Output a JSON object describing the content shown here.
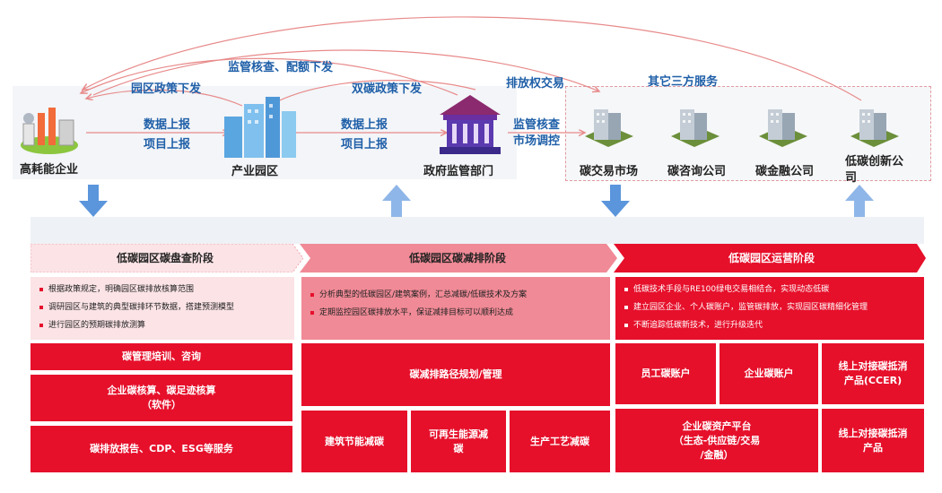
{
  "flows": {
    "supervise_quota": "监管核查、配额下发",
    "park_policy": "园区政策下发",
    "dual_carbon_policy": "双碳政策下发",
    "emission_trade": "排放权交易",
    "third_party": "其它三方服务",
    "data_report_1": "数据上报",
    "project_report_1": "项目上报",
    "data_report_2": "数据上报",
    "project_report_2": "项目上报",
    "supervise_check": "监管核查",
    "market_control": "市场调控"
  },
  "nodes": {
    "enterprise": "高耗能企业",
    "park": "产业园区",
    "government": "政府监管部门",
    "exchange": "碳交易市场",
    "consulting": "碳咨询公司",
    "finance": "碳金融公司",
    "innovation": "低碳创新公司"
  },
  "stages": [
    {
      "title": "低碳园区碳盘查阶段",
      "items": [
        "根据政策规定，明确园区碳排放核算范围",
        "调研园区与建筑的典型碳排环节数据，搭建预测模型",
        "进行园区的预期碳排放测算"
      ]
    },
    {
      "title": "低碳园区碳减排阶段",
      "items": [
        "分析典型的低碳园区/建筑案例，汇总减碳/低碳技术及方案",
        "定期监控园区碳排放水平，保证减排目标可以顺利达成"
      ]
    },
    {
      "title": "低碳园区运营阶段",
      "items": [
        "低碳技术手段与RE100绿电交易相结合，实现动态低碳",
        "建立园区企业、个人碳账户，监管碳排放，实现园区碳精细化管理",
        "不断追踪低碳新技术，进行升级迭代"
      ]
    }
  ],
  "services": {
    "col1": [
      "碳管理培训、咨询",
      "企业碳核算、碳足迹核算\n（软件）",
      "碳排放报告、CDP、ESG等服务"
    ],
    "col2_main": "碳减排路径规划/管理",
    "col2_sub": [
      "建筑节能减碳",
      "可再生能源减\n碳",
      "生产工艺减碳"
    ],
    "col3_top": [
      "员工碳账户",
      "企业碳账户",
      "线上对接碳抵消\n产品(CCER)"
    ],
    "col3_platform": "企业碳资产平台\n（生态-供应链/交易\n/金融）",
    "col3_offline": "线上对接碳抵消\n产品"
  },
  "colors": {
    "red": "#e6102b",
    "pink_light": "#fbe3e6",
    "pink_mid": "#f08a96",
    "flow_blue": "#1f5fa8",
    "arrow_red": "#e88a8a",
    "arrow_blue": "#5b95dc"
  }
}
